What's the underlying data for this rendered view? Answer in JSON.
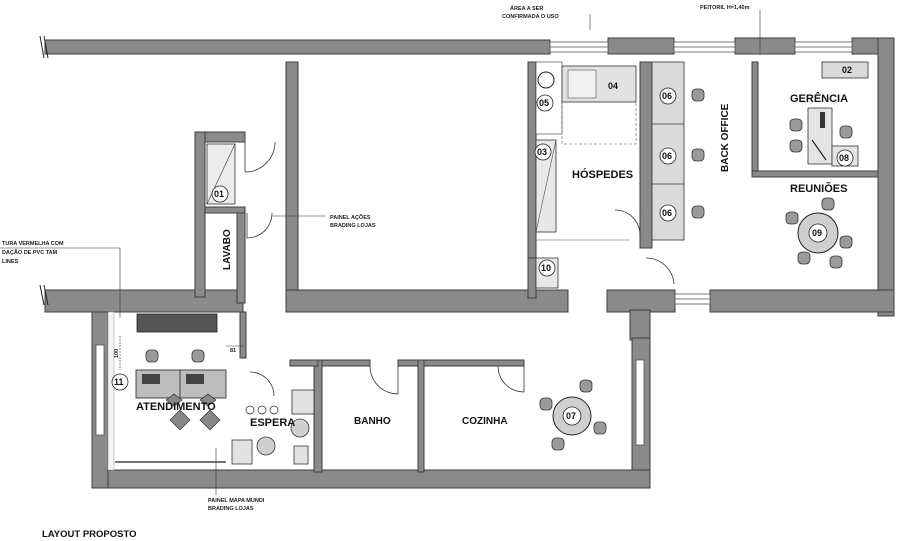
{
  "plan": {
    "title": "LAYOUT PROPOSTO",
    "rooms": {
      "lavabo": "LAVABO",
      "hospedes": "HÓSPEDES",
      "back_office": "BACK OFFICE",
      "gerencia": "GERÊNCIA",
      "reunioes": "REUNIÕES",
      "atendimento": "ATENDIMENTO",
      "espera": "ESPERA",
      "banho": "BANHO",
      "cozinha": "COZINHA"
    },
    "tags": {
      "t01": "01",
      "t02": "02",
      "t03": "03",
      "t04": "04",
      "t05": "05",
      "t06a": "06",
      "t06b": "06",
      "t06c": "06",
      "t07": "07",
      "t08": "08",
      "t09": "09",
      "t10": "10",
      "t11": "11"
    },
    "notes": {
      "area_line1": "ÁREA A SER",
      "area_line2": "CONFIRMADA O USO",
      "peitoril": "PEITORIL H=1,40m",
      "painel_acoes_1": "PAINEL AÇÕES",
      "painel_acoes_2": "BRADING LOJAS",
      "painel_mapa_1": "PAINEL MAPA MUNDI",
      "painel_mapa_2": "BRADING LOJAS",
      "fitura_1": "TURA VERMELHA COM",
      "fitura_2": "DAÇÃO DE PVC TAM",
      "fitura_3": "LINES",
      "dim_100": "100",
      "dim_81": "81"
    },
    "colors": {
      "wall": "#8a8a8a",
      "wall_edge": "#4a4a4a",
      "furniture": "#d7d7d7",
      "line": "#222222"
    }
  }
}
